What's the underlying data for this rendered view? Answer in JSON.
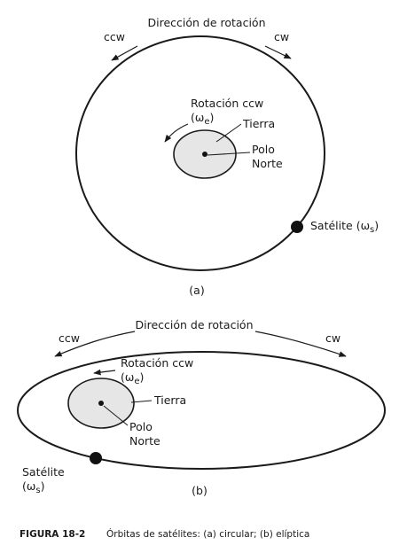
{
  "diagram_a": {
    "direction_label": "Dirección de rotación",
    "ccw": "ccw",
    "cw": "cw",
    "rotation_label": "Rotación ccw",
    "omega_e": "(ω",
    "omega_e_sub": "e",
    "omega_close": ")",
    "earth_label": "Tierra",
    "pole_line1": "Polo",
    "pole_line2": "Norte",
    "satellite_label": "Satélite (ω",
    "satellite_sub": "s",
    "satellite_close": ")",
    "panel_label": "(a)"
  },
  "diagram_b": {
    "direction_label": "Dirección de rotación",
    "ccw": "ccw",
    "cw": "cw",
    "rotation_label": "Rotación ccw",
    "omega_e": "(ω",
    "omega_e_sub": "e",
    "omega_close": ")",
    "earth_label": "Tierra",
    "pole_line1": "Polo",
    "pole_line2": "Norte",
    "satellite_label": "Satélite",
    "satellite_omega": "(ω",
    "satellite_sub": "s",
    "satellite_close": ")",
    "panel_label": "(b)"
  },
  "caption": {
    "figure_number": "FIGURA 18-2",
    "text": "Órbitas de satélites: (a) circular; (b) elíptica"
  },
  "colors": {
    "line": "#1a1a1a",
    "earth_fill": "#e6e6e6",
    "satellite": "#111111"
  }
}
